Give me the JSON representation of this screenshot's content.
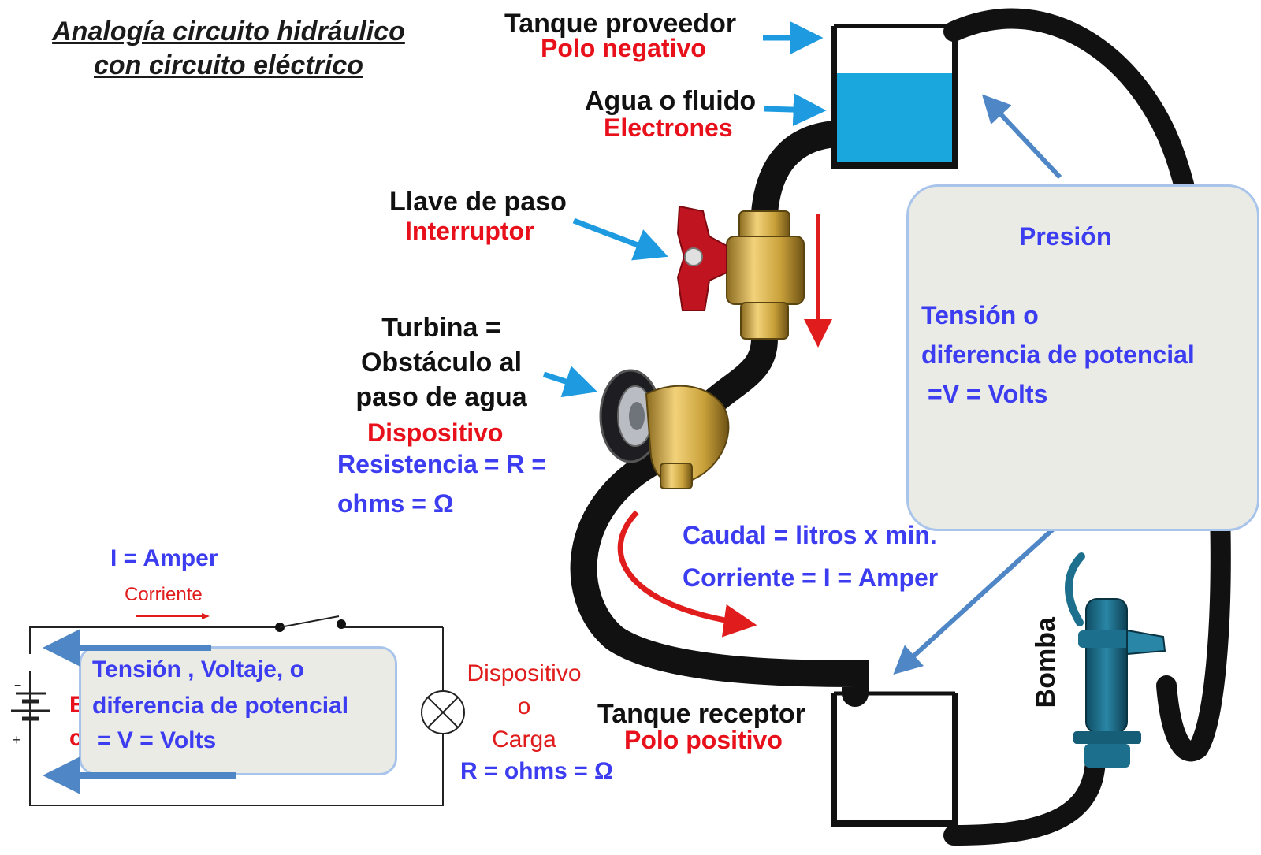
{
  "title": {
    "line1": "Analogía circuito hidráulico",
    "line2": "con circuito eléctrico"
  },
  "tanque_proveedor": {
    "label": "Tanque proveedor",
    "analog": "Polo negativo"
  },
  "agua": {
    "label": "Agua o fluido",
    "analog": "Electrones"
  },
  "llave": {
    "label": "Llave de paso",
    "analog": "Interruptor"
  },
  "turbina": {
    "line1": "Turbina =",
    "line2": "Obstáculo al",
    "line3": "paso de agua",
    "analog": "Dispositivo",
    "res1": "Resistencia = R =",
    "res2": "ohms = Ω"
  },
  "presion_box": {
    "title": "Presión",
    "line1": "Tensión o",
    "line2": "diferencia de potencial",
    "line3": "=V  =  Volts"
  },
  "caudal": {
    "line1": "Caudal = litros x min.",
    "line2": "Corriente =  I  = Amper"
  },
  "tanque_receptor": {
    "label": "Tanque receptor",
    "analog": "Polo positivo"
  },
  "bomba": {
    "label": "Bomba"
  },
  "circuit": {
    "current_formula": "I  = Amper",
    "current_label": "Corriente",
    "box_line1": "Tensión ,  Voltaje, o",
    "box_line2": "diferencia de potencial",
    "box_line3": "= V  =  Volts",
    "hidden1": "E",
    "hidden2": "c",
    "minus": "−",
    "plus": "+",
    "device1": "Dispositivo",
    "device2": "o",
    "device3": "Carga",
    "device_res": "R = ohms = Ω"
  },
  "colors": {
    "pipe": "#111111",
    "water": "#1aa7dd",
    "arrow_blue": "#1e9be0",
    "arrow_steel": "#4f86c6",
    "arrow_red": "#e01c1c",
    "box_fill": "#ebebe6",
    "box_border": "#a9c4ea"
  }
}
